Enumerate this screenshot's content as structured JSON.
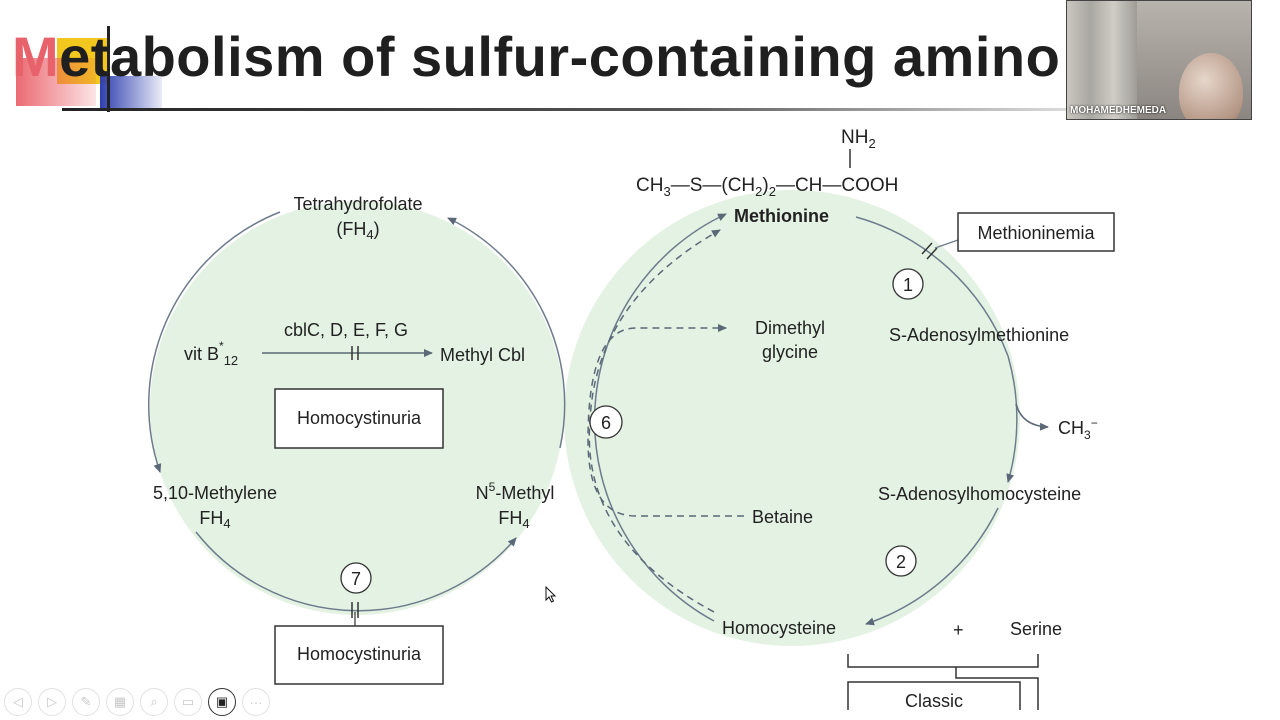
{
  "slide": {
    "title_first_letter": "M",
    "title_rest": "etabolism of sulfur-containing amino",
    "accent_colors": [
      "#e8626b",
      "#f2c81e",
      "#2f3fb0"
    ]
  },
  "diagram": {
    "structure": {
      "nh2": "NH",
      "nh2_sub": "2",
      "formula_a": "CH",
      "formula_a_sub": "3",
      "formula_b": "—S—(CH",
      "formula_b_sub": "2",
      "formula_c": ")",
      "formula_c_sub": "2",
      "formula_d": "—CH—COOH"
    },
    "labels": {
      "methionine": "Methionine",
      "methioninemia": "Methioninemia",
      "sam": "S-Adenosylmethionine",
      "ch3": "CH",
      "ch3_sub": "3",
      "ch3_sup": "−",
      "sah": "S-Adenosylhomocysteine",
      "homocysteine": "Homocysteine",
      "plus": "+",
      "serine": "Serine",
      "classic": "Classic",
      "dimethyl_1": "Dimethyl",
      "dimethyl_2": "glycine",
      "betaine": "Betaine",
      "thf_1": "Tetrahydrofolate",
      "thf_2a": "(FH",
      "thf_2b": "4",
      "thf_2c": ")",
      "cbl": "cblC, D, E, F, G",
      "vitb_a": "vit B",
      "vitb_star": "*",
      "vitb_sub": "12",
      "methylcbl": "Methyl Cbl",
      "homocystinuria_top": "Homocystinuria",
      "homocystinuria_bottom": "Homocystinuria",
      "mthf_a": "5,10-Methylene",
      "mthf_b": "FH",
      "mthf_b_sub": "4",
      "n5_a": "N",
      "n5_sup": "5",
      "n5_b": "-Methyl",
      "n5_c": "FH",
      "n5_c_sub": "4"
    },
    "steps": {
      "s1": "1",
      "s2": "2",
      "s6": "6",
      "s7": "7"
    }
  },
  "webcam": {
    "name": "MOHAMEDHEMEDA"
  },
  "toolbar": {
    "icons": [
      "prev-icon",
      "next-icon",
      "pen-icon",
      "slides-grid-icon",
      "zoom-icon",
      "subtitles-icon",
      "camera-icon",
      "more-icon"
    ],
    "glyph_prev": "◁",
    "glyph_next": "▷",
    "glyph_pen": "✎",
    "glyph_grid": "▦",
    "glyph_zoom": "⌕",
    "glyph_subtitles": "▭",
    "glyph_camera": "▣",
    "glyph_more": "···"
  },
  "colors": {
    "circle_fill": "#e3f2e3",
    "line": "#6d7b8c",
    "text": "#222222"
  }
}
